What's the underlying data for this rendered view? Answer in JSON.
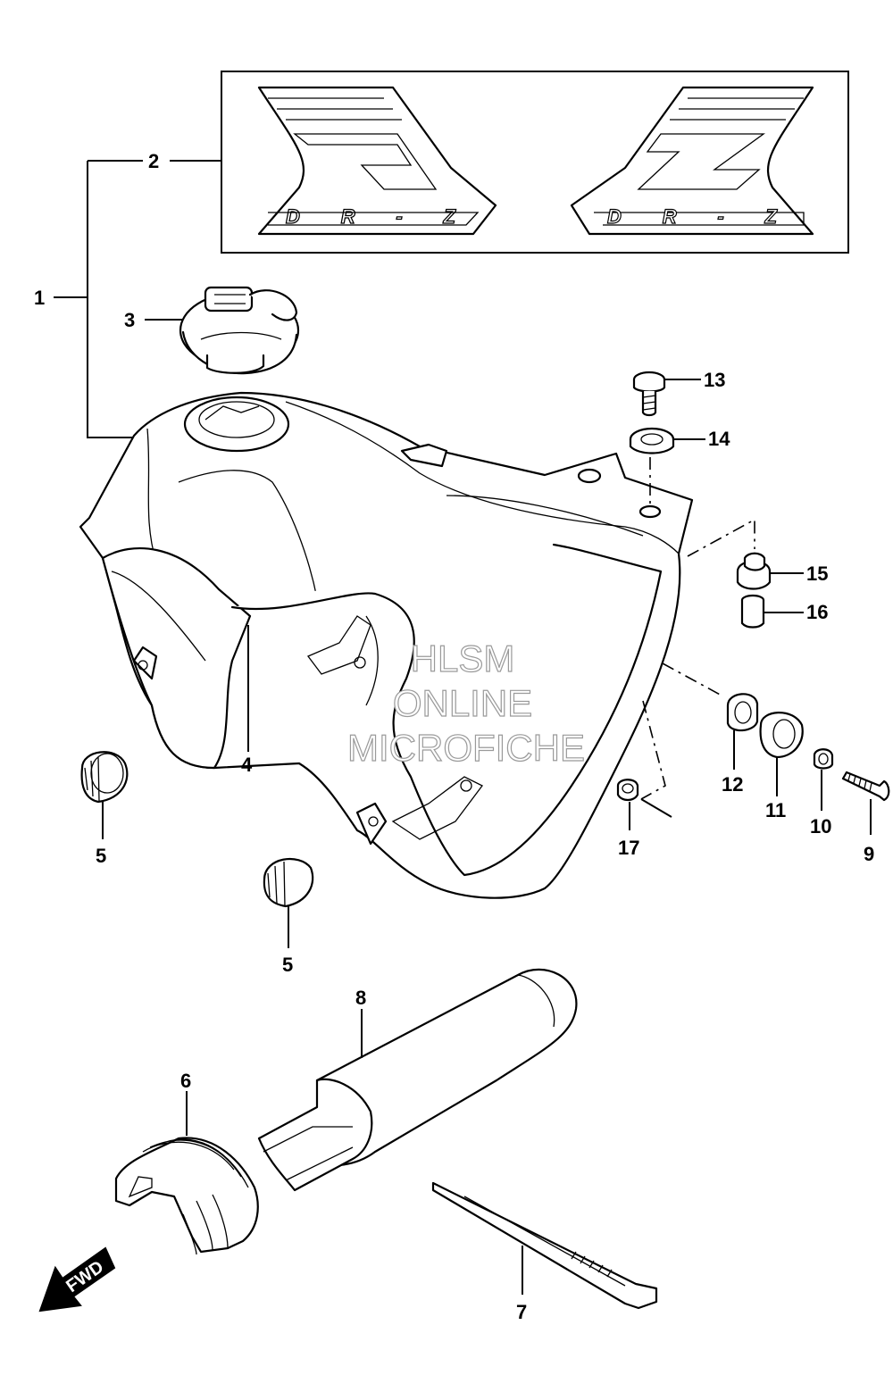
{
  "diagram": {
    "callouts": [
      "1",
      "2",
      "3",
      "4",
      "5",
      "5",
      "6",
      "7",
      "8",
      "9",
      "10",
      "11",
      "12",
      "13",
      "14",
      "15",
      "16",
      "17"
    ],
    "fwd_arrow": "FWD",
    "decal_text": [
      "DR-Z",
      "DR-Z"
    ],
    "watermark": [
      "HLSM",
      "ONLINE",
      "MICROFICHE"
    ]
  }
}
